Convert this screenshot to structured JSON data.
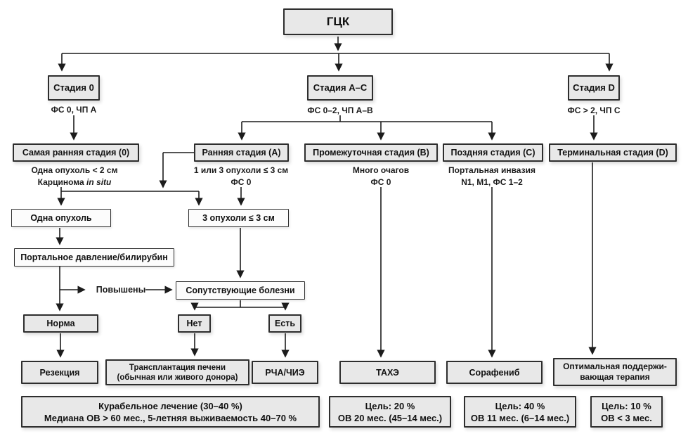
{
  "nodes": {
    "root": "ГЦК",
    "stage0": "Стадия 0",
    "stage0_note": "ФС 0, ЧП А",
    "stageAC": "Стадия А–С",
    "stageAC_note": "ФС 0–2, ЧП А–В",
    "stageD": "Стадия D",
    "stageD_note": "ФС > 2, ЧП С",
    "earliest": "Самая ранняя стадия (0)",
    "earliest_note1": "Одна опухоль < 2 см",
    "earliest_note2": "Карцинома ",
    "earliest_note2_italic": "in situ",
    "early": "Ранняя стадия (А)",
    "early_note1": "1 или 3 опухоли ≤ 3 см",
    "early_note2": "ФС 0",
    "intermediate": "Промежуточная стадия (В)",
    "intermediate_note1": "Много очагов",
    "intermediate_note2": "ФС 0",
    "advanced": "Поздняя стадия (С)",
    "advanced_note1": "Портальная инвазия",
    "advanced_note2": "N1, М1, ФС 1–2",
    "terminal": "Терминальная стадия (D)",
    "one_tumor": "Одна опухоль",
    "three_tumors": "3 опухоли ≤ 3 см",
    "portal": "Портальное давление/билирубин",
    "elevated": "Повышены",
    "comorbid": "Сопутствующие болезни",
    "normal": "Норма",
    "no": "Нет",
    "yes": "Есть",
    "resection": "Резекция",
    "transplant1": "Трансплантация печени",
    "transplant2": "(обычная или живого донора)",
    "rfa": "РЧА/ЧИЭ",
    "tace": "ТАХЭ",
    "sorafenib": "Сорафениб",
    "bsc1": "Оптимальная поддержи-",
    "bsc2": "вающая терапия",
    "curative1": "Курабельное лечение (30–40 %)",
    "curative2": "Медиана ОВ > 60 мес., 5-летняя выживаемость 40–70 %",
    "goal_tace1": "Цель: 20 %",
    "goal_tace2": "ОВ 20 мес. (45–14 мес.)",
    "goal_sorafenib1": "Цель: 40 %",
    "goal_sorafenib2": "ОВ 11 мес. (6–14 мес.)",
    "goal_bsc1": "Цель: 10 %",
    "goal_bsc2": "ОВ < 3 мес."
  },
  "colors": {
    "box_fill": "#e8e8e8",
    "box_border": "#2e2e2e",
    "arrow": "#1c1c1c",
    "background": "#ffffff"
  }
}
